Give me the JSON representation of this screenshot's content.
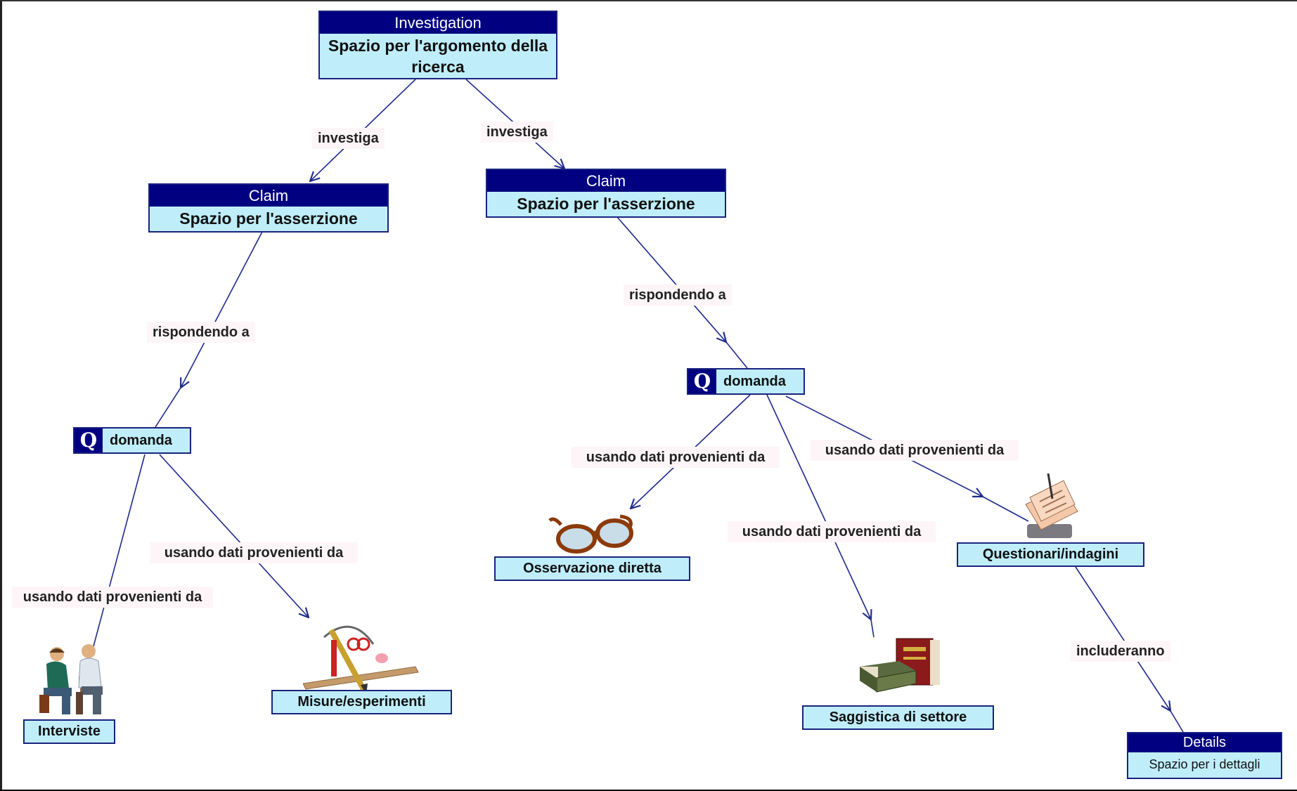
{
  "investigation": {
    "header": "Investigation",
    "text": "Spazio per l'argomento della ricerca"
  },
  "claims": [
    {
      "header": "Claim",
      "text": "Spazio per l'asserzione"
    },
    {
      "header": "Claim",
      "text": "Spazio per l'asserzione"
    }
  ],
  "questions": [
    {
      "badge": "Q",
      "text": "domanda"
    },
    {
      "badge": "Q",
      "text": "domanda"
    }
  ],
  "links": {
    "investiga": "investiga",
    "rispondendo": "rispondendo a",
    "usando": "usando dati provenienti da",
    "includeranno": "includeranno"
  },
  "leaves": {
    "interviste": "Interviste",
    "misure": "Misure/esperimenti",
    "osservazione": "Osservazione diretta",
    "saggistica": "Saggistica di settore",
    "questionari": "Questionari/indagini"
  },
  "details": {
    "header": "Details",
    "text": "Spazio per i dettagli"
  },
  "colors": {
    "header_bg": "#000080",
    "node_bg": "#bfeefa",
    "border": "#1a237e",
    "link": "#1f2a8a",
    "label_bg": "#fdf5f8"
  },
  "icons": [
    "people-interview-icon",
    "drafting-tools-icon",
    "eyeglasses-icon",
    "books-icon",
    "paper-forms-icon"
  ]
}
